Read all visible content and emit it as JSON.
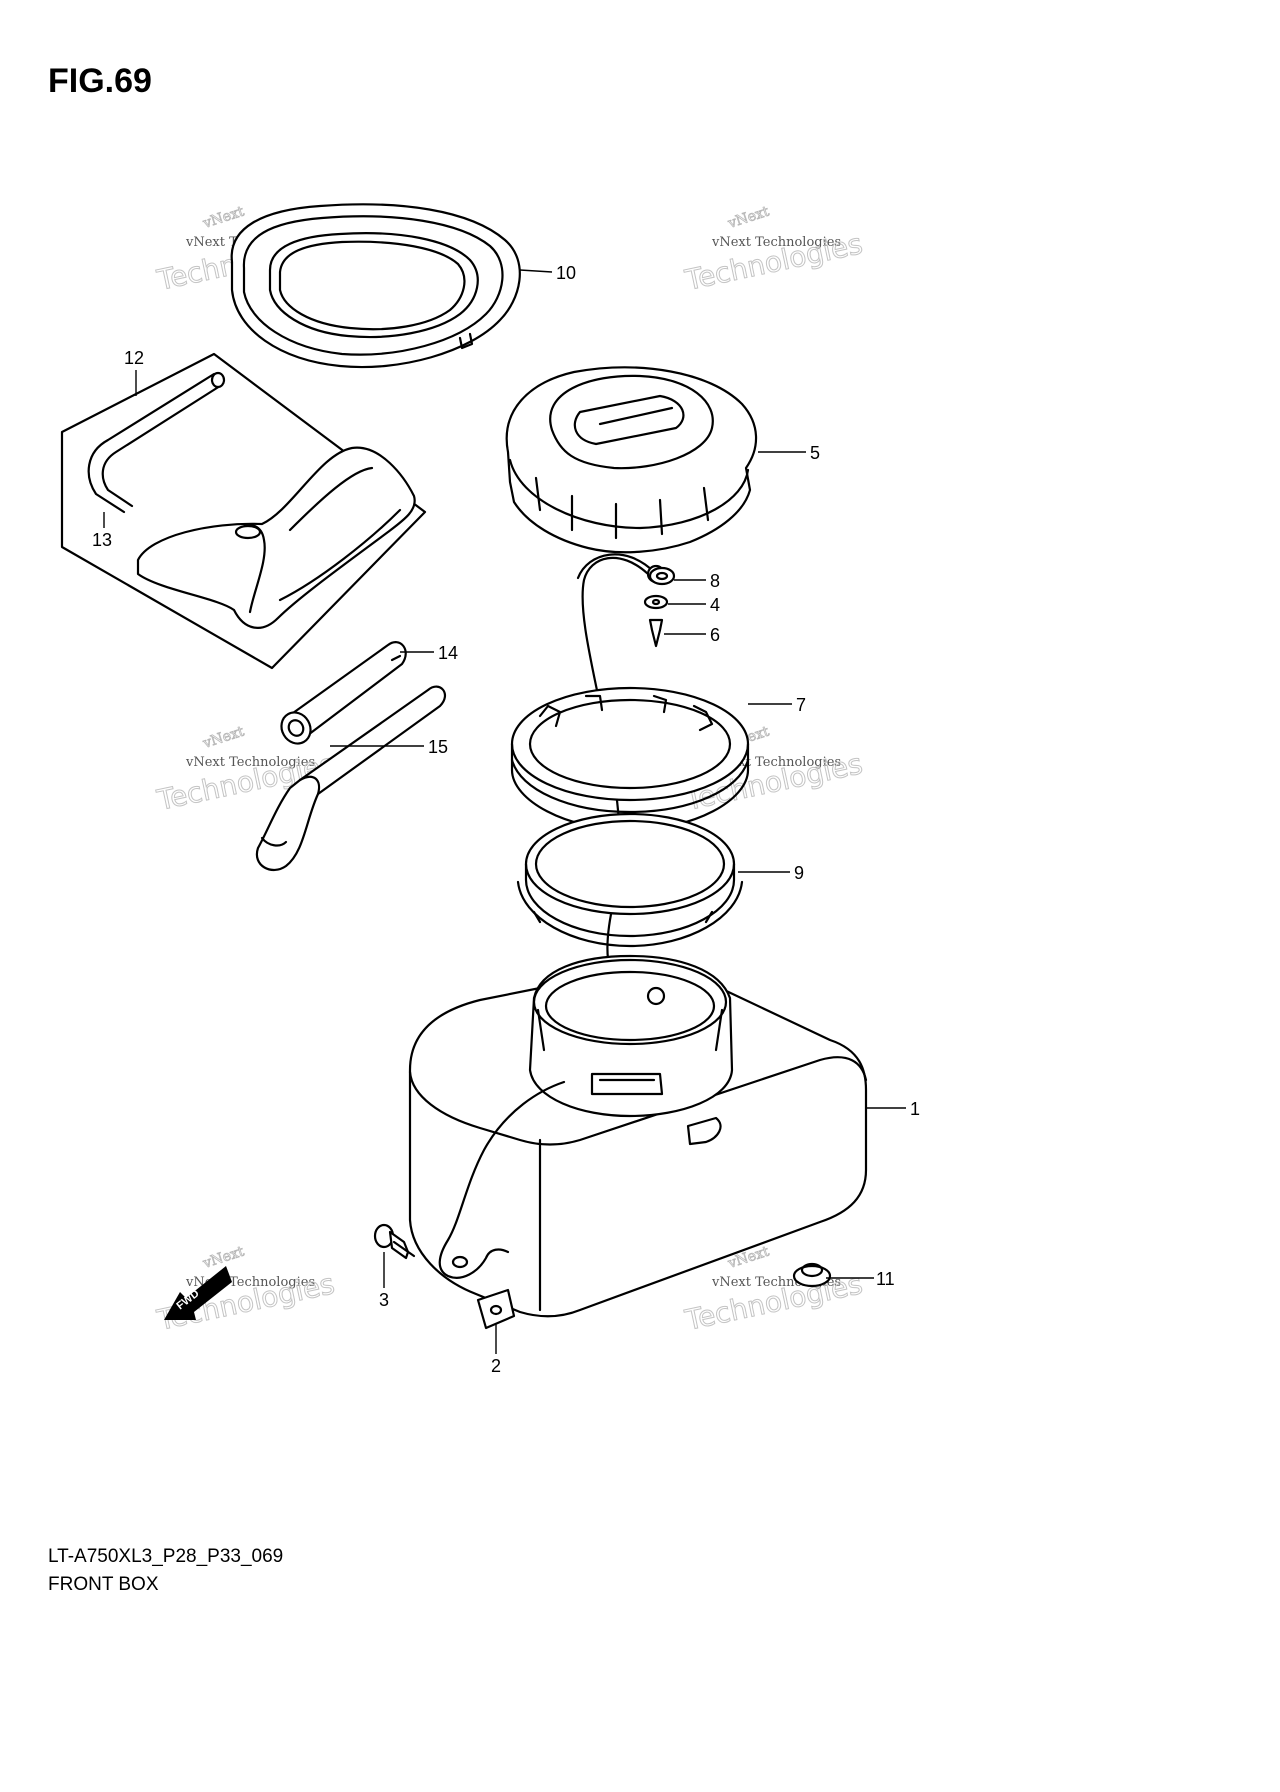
{
  "figure": {
    "title": "FIG.69"
  },
  "footer": {
    "code": "LT-A750XL3_P28_P33_069",
    "name": "FRONT BOX"
  },
  "watermark": {
    "line1": "vNext",
    "line2": "vNext Technologies",
    "line3": "Technologies"
  },
  "callouts": [
    {
      "id": "p10",
      "label": "10"
    },
    {
      "id": "p12",
      "label": "12"
    },
    {
      "id": "p13",
      "label": "13"
    },
    {
      "id": "p5",
      "label": "5"
    },
    {
      "id": "p8",
      "label": "8"
    },
    {
      "id": "p4",
      "label": "4"
    },
    {
      "id": "p6",
      "label": "6"
    },
    {
      "id": "p14",
      "label": "14"
    },
    {
      "id": "p7",
      "label": "7"
    },
    {
      "id": "p15",
      "label": "15"
    },
    {
      "id": "p9",
      "label": "9"
    },
    {
      "id": "p1",
      "label": "1"
    },
    {
      "id": "p11",
      "label": "11"
    },
    {
      "id": "p3",
      "label": "3"
    },
    {
      "id": "p2",
      "label": "2"
    }
  ],
  "forward_arrow": {
    "label": "FWD"
  }
}
